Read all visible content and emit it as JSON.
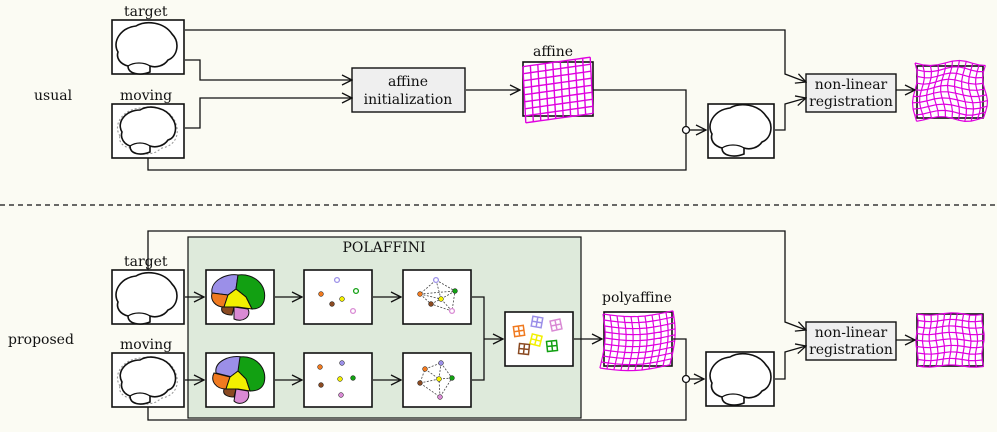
{
  "usual": {
    "row_label": "usual",
    "target_label": "target",
    "moving_label": "moving",
    "affine_box": [
      "affine",
      "initialization"
    ],
    "affine_label": "affine",
    "nonlinear_box": [
      "non-linear",
      "registration"
    ]
  },
  "proposed": {
    "row_label": "proposed",
    "target_label": "target",
    "moving_label": "moving",
    "polaffini_title": "POLAFFINI",
    "polyaffine_label": "polyaffine",
    "nonlinear_box": [
      "non-linear",
      "registration"
    ]
  },
  "colors": {
    "grid": "#e000e0",
    "polaffini_bg": "#deeadb",
    "box_fill": "#efefef",
    "seg_purple": "#9b8fe8",
    "seg_green": "#12a012",
    "seg_orange": "#f07a20",
    "seg_yellow": "#f2f000",
    "seg_brown": "#8a4a22",
    "seg_pink": "#d98ad4"
  }
}
